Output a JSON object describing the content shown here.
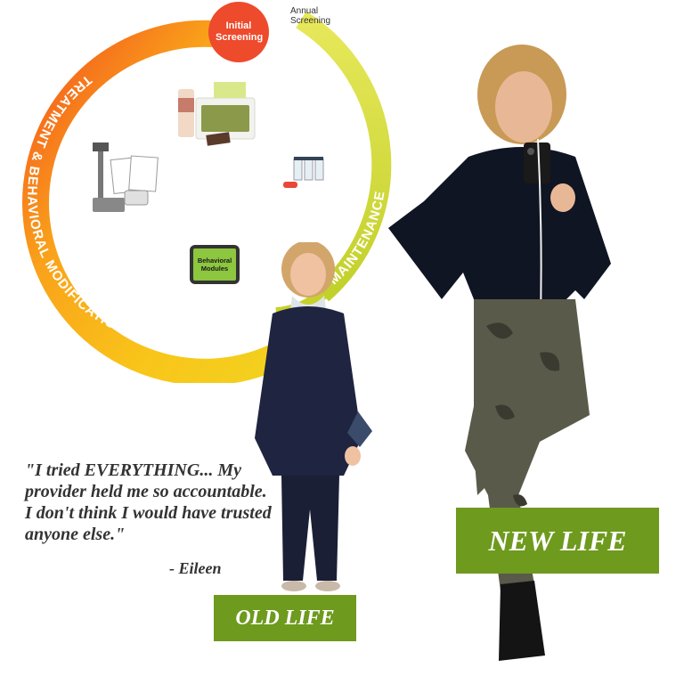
{
  "diagram": {
    "initial_screening": "Initial Screening",
    "annual_screening": "Annual Screening",
    "treatment_label": "TREATMENT & BEHAVIORAL MODIFICATION",
    "maintenance_label": "MAINTENANCE",
    "behavioral_modules": "Behavioral Modules",
    "colors": {
      "initial": "#ee4a2c",
      "ring_start": "#f4511e",
      "ring_mid": "#f9b418",
      "ring_end": "#c5d52a"
    }
  },
  "testimonial": {
    "quote": "\"I tried EVERYTHING... My provider held me so accountable. I don't think I would have trusted anyone else.\"",
    "author": "- Eileen"
  },
  "badges": {
    "old_life": "OLD LIFE",
    "new_life": "NEW LIFE",
    "color": "#6e9a1e"
  }
}
